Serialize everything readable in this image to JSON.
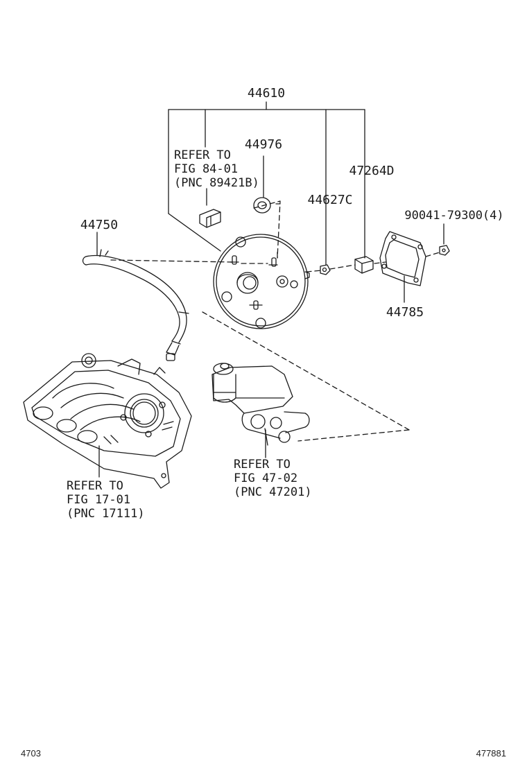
{
  "labels": {
    "p44610": "44610",
    "p44976": "44976",
    "p47264d": "47264D",
    "p44627c": "44627C",
    "p90041": "90041-79300(4)",
    "p44750": "44750",
    "p44785": "44785"
  },
  "refs": {
    "fig84": [
      "REFER TO",
      "FIG 84-01",
      "(PNC 89421B)"
    ],
    "fig47": [
      "REFER TO",
      "FIG 47-02",
      "(PNC 47201)"
    ],
    "fig17": [
      "REFER TO",
      "FIG 17-01",
      "(PNC 17111)"
    ]
  },
  "footer": {
    "figure_number": "4703",
    "illustration_id": "477881"
  },
  "colors": {
    "line": "#1a1a1a",
    "background": "#ffffff"
  }
}
